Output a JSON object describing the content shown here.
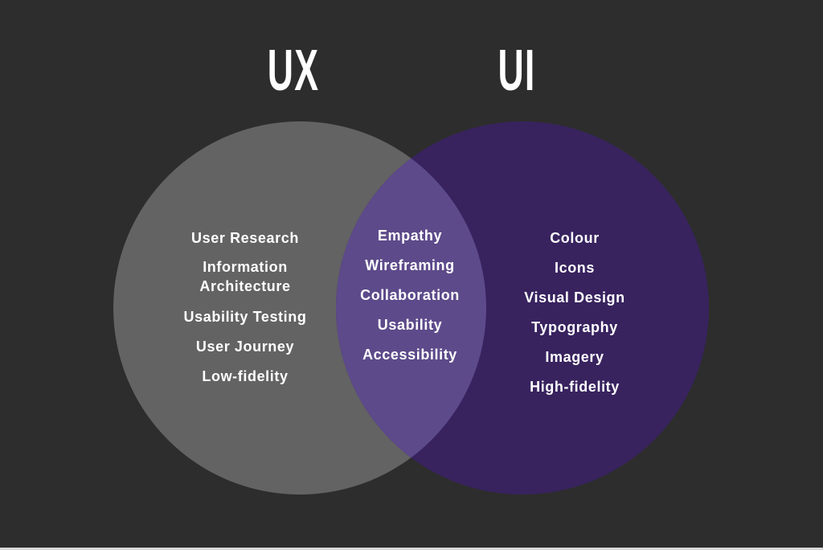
{
  "headings": {
    "ux": "UX",
    "ui": "UI"
  },
  "colors": {
    "background": "#2d2d2d",
    "ux_circle": "#636363",
    "ui_circle": "#38235f",
    "overlap": "#5d4a8a"
  },
  "ux_items": [
    "User Research",
    "Information",
    "Architecture",
    "Usability Testing",
    "User Journey",
    "Low-fidelity"
  ],
  "shared_items": [
    "Empathy",
    "Wireframing",
    "Collaboration",
    "Usability",
    "Accessibility"
  ],
  "ui_items": [
    "Colour",
    "Icons",
    "Visual Design",
    "Typography",
    "Imagery",
    "High-fidelity"
  ]
}
